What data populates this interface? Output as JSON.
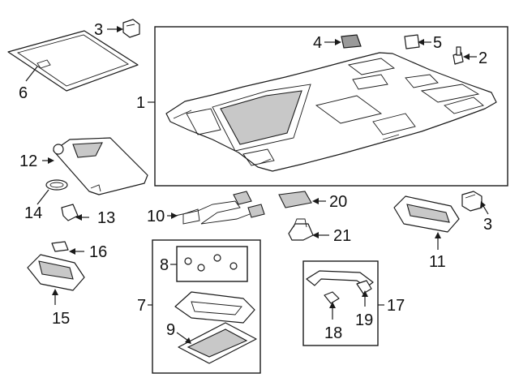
{
  "diagram": {
    "callouts": {
      "c1": "1",
      "c2": "2",
      "c3a": "3",
      "c3b": "3",
      "c4": "4",
      "c5": "5",
      "c6": "6",
      "c7": "7",
      "c8": "8",
      "c9": "9",
      "c10": "10",
      "c11": "11",
      "c12": "12",
      "c13": "13",
      "c14": "14",
      "c15": "15",
      "c16": "16",
      "c17": "17",
      "c18": "18",
      "c19": "19",
      "c20": "20",
      "c21": "21"
    }
  }
}
